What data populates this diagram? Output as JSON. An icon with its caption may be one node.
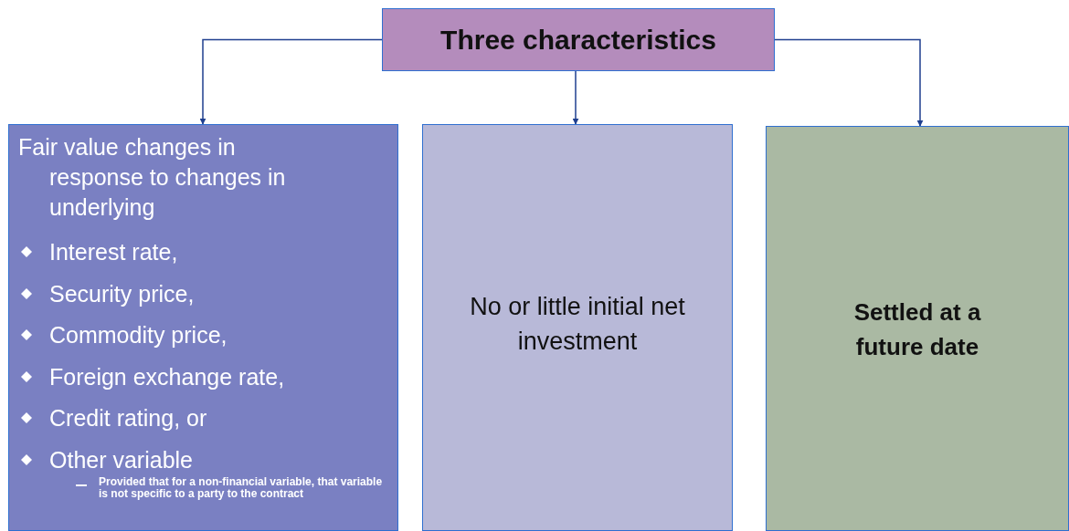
{
  "diagram": {
    "nodes": [
      {
        "text": [
          "Three characteristics"
        ]
      },
      {
        "text": [
          "Fair value changes in response to changes in underlying",
          "Interest rate,",
          "Security price,",
          "Commodity price,",
          "Foreign exchange rate,",
          "Credit rating, or",
          "Other variable",
          "Provided that for a non-financial variable, that variable is not specific to a party to the contract"
        ]
      },
      {
        "text": [
          "No or little initial net investment"
        ]
      },
      {
        "text": [
          "Settled at a future date"
        ]
      }
    ],
    "edges": [
      {
        "from": 0,
        "to": 1,
        "arrow": "to"
      },
      {
        "from": 0,
        "to": 2,
        "arrow": "to"
      },
      {
        "from": 0,
        "to": 3,
        "arrow": "to"
      }
    ]
  }
}
